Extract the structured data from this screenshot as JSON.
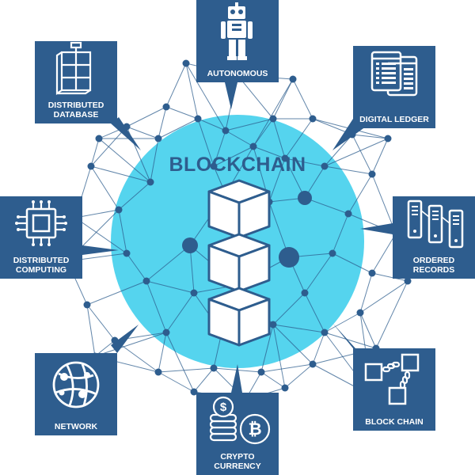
{
  "title": "BLOCKCHAIN",
  "colors": {
    "panel": "#2e5d8e",
    "circle": "#55d4ee",
    "node": "#2e5d8e",
    "edge": "#2e5d8e",
    "title": "#2e5d8e",
    "cube_stroke": "#2e5d8e"
  },
  "cards": [
    {
      "id": "autonomous",
      "label": "AUTONOMOUS",
      "icon": "robot-icon"
    },
    {
      "id": "digital-ledger",
      "label": "DIGITAL LEDGER",
      "icon": "ledger-documents-icon"
    },
    {
      "id": "ordered-records",
      "label": "ORDERED\nRECORDS",
      "icon": "server-racks-icon"
    },
    {
      "id": "block-chain",
      "label": "BLOCK CHAIN",
      "icon": "chained-blocks-icon"
    },
    {
      "id": "crypto-currency",
      "label": "CRYPTO\nCURRENCY",
      "icon": "coins-bitcoin-icon"
    },
    {
      "id": "network",
      "label": "NETWORK",
      "icon": "globe-network-icon"
    },
    {
      "id": "distributed-computing",
      "label": "DISTRIBUTED\nCOMPUTING",
      "icon": "cpu-chip-icon"
    },
    {
      "id": "distributed-database",
      "label": "DISTRIBUTED\nDATABASE",
      "icon": "database-cubes-icon"
    }
  ]
}
